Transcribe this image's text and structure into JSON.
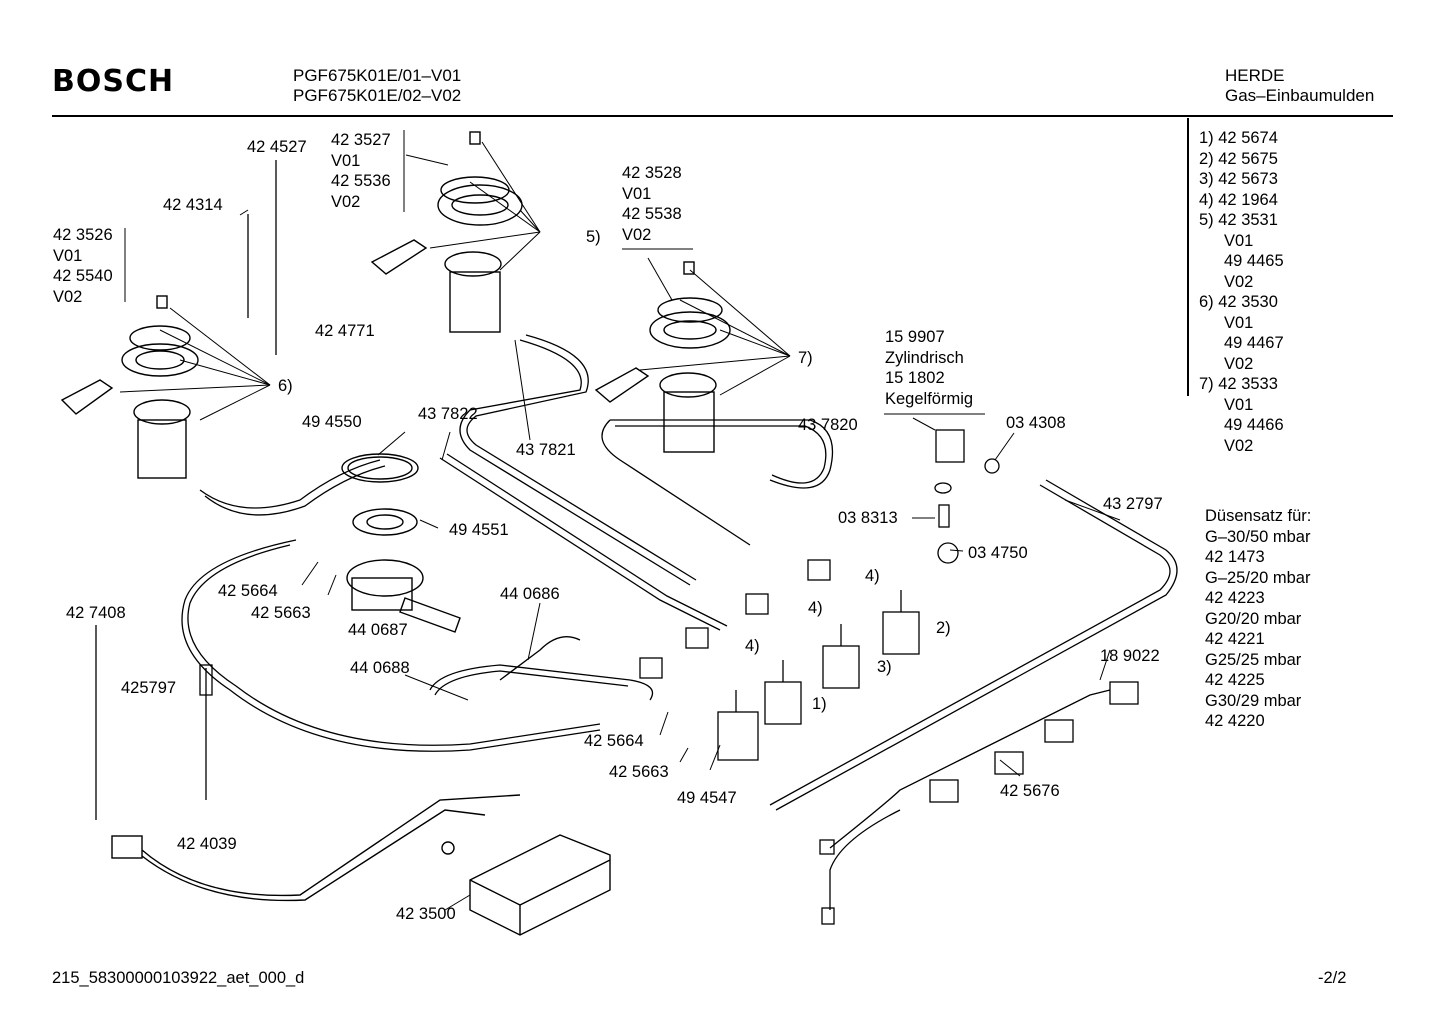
{
  "header": {
    "brand": "BOSCH",
    "models": [
      "PGF675K01E/01–V01",
      "PGF675K01E/02–V02"
    ],
    "category": "HERDE",
    "subcategory": "Gas–Einbaumulden"
  },
  "legend": [
    "1)  42 5674",
    "2)  42 5675",
    "3)  42 5673",
    "4)  42 1964",
    "5)  42 3531",
    "V01",
    "49 4465",
    "V02",
    "6)  42 3530",
    "V01",
    "49 4467",
    "V02",
    "7)  42 3533",
    "V01",
    "49 4466",
    "V02"
  ],
  "nozzle_set": [
    "Düsensatz für:",
    "G–30/50 mbar",
    "42 1473",
    "G–25/20 mbar",
    "42 4223",
    "G20/20 mbar",
    "42 4221",
    "G25/25 mbar",
    "42 4225",
    "G30/29 mbar",
    "42 4220"
  ],
  "labels": {
    "p423526": [
      "42 3526",
      "V01",
      "42 5540",
      "V02"
    ],
    "p424314": "42 4314",
    "p424527": "42 4527",
    "p423527": [
      "42 3527",
      "V01",
      "42 5536",
      "V02"
    ],
    "p424771": "42 4771",
    "p423528": [
      "42 3528",
      "V01",
      "42 5538",
      "V02"
    ],
    "ref5": "5)",
    "ref6": "6)",
    "ref7": "7)",
    "p159907": [
      "15 9907",
      "Zylindrisch",
      "15 1802",
      "Kegelförmig"
    ],
    "p494550": "49 4550",
    "p437822": "43 7822",
    "p437821": "43 7821",
    "p437820": "43 7820",
    "p034308": "03 4308",
    "p432797": "43 2797",
    "p038313": "03 8313",
    "p034750": "03 4750",
    "p494551": "49 4551",
    "p425664a": "42 5664",
    "p425663a": "42 5663",
    "p440687": "44 0687",
    "p440686": "44 0686",
    "p440688": "44 0688",
    "p427408": "42 7408",
    "p425797": "425797",
    "ref4a": "4)",
    "ref4b": "4)",
    "ref4c": "4)",
    "ref1": "1)",
    "ref2": "2)",
    "ref3": "3)",
    "p189022": "18 9022",
    "p425664b": "42 5664",
    "p425663b": "42 5663",
    "p494547": "49 4547",
    "p425676": "42 5676",
    "p424039": "42 4039",
    "p423500": "42 3500"
  },
  "footer": {
    "code": "215_58300000103922_aet_000_d",
    "page": "-2/2"
  }
}
